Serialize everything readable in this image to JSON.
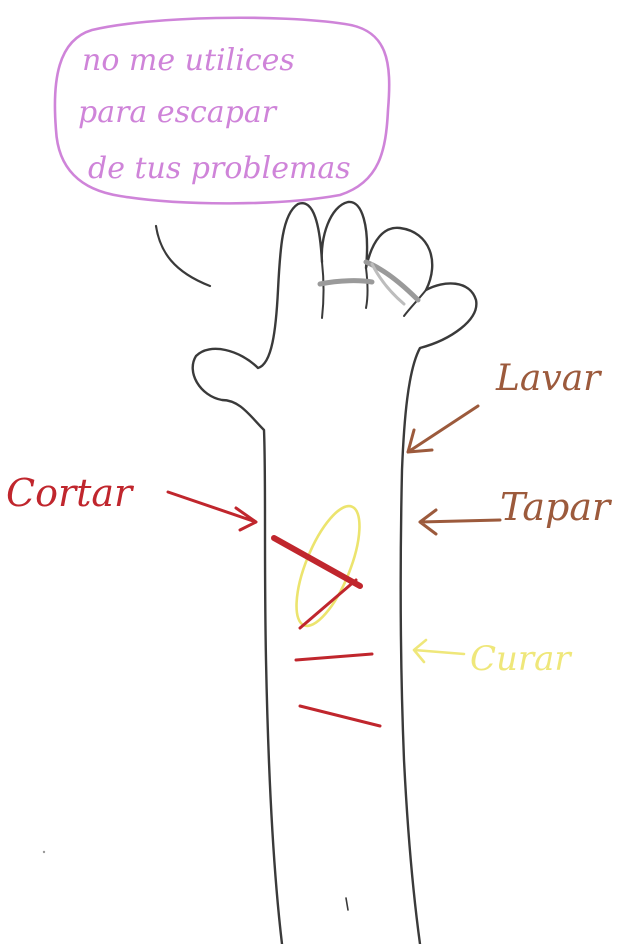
{
  "speech_bubble": {
    "lines": [
      "no me utilices",
      "para escapar",
      "de tus problemas"
    ],
    "color": "#cf84d9"
  },
  "labels": {
    "lavar": {
      "text": "Lavar",
      "color": "#9c5a3c"
    },
    "cortar": {
      "text": "Cortar",
      "color": "#c0262d"
    },
    "tapar": {
      "text": "Tapar",
      "color": "#9c5a3c"
    },
    "curar": {
      "text": "Curar",
      "color": "#efe77a"
    }
  },
  "marks": {
    "cut_color": "#c0262d",
    "bandage_color": "#ece46e",
    "outline_color": "#3a3a3a"
  }
}
